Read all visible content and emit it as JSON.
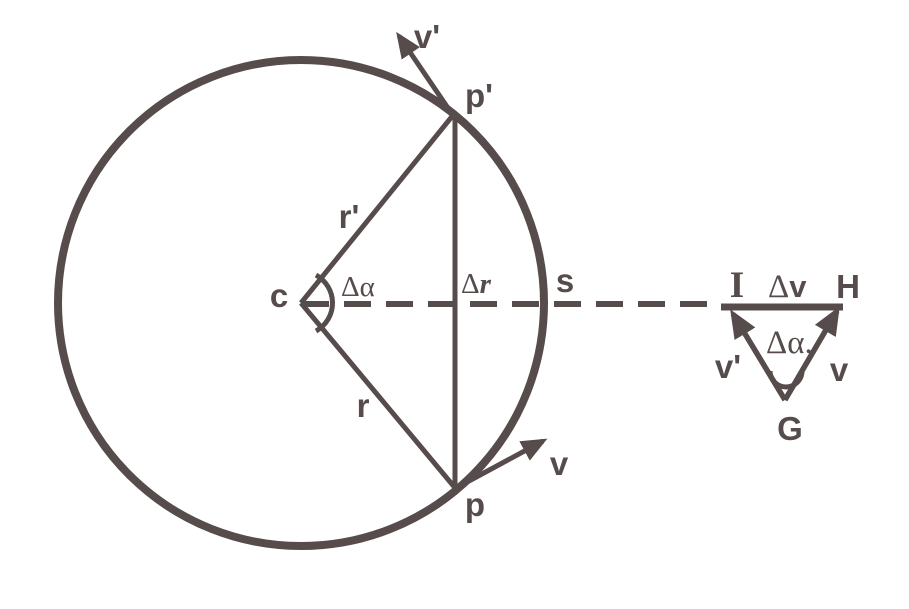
{
  "colors": {
    "ink": "#564c4c",
    "background": "#ffffff"
  },
  "circle_figure": {
    "center_label": "c",
    "radius_label": "r",
    "radius_prime_label": "r'",
    "point_label": "p",
    "point_prime_label": "p'",
    "arc_point_label": "s",
    "velocity_label": "v",
    "velocity_prime_label": "v'",
    "angle_delta": "Δ",
    "angle_letter": "α",
    "chord_delta": "Δ",
    "chord_letter": "r"
  },
  "vector_triangle": {
    "vertex_left_label": "I",
    "vertex_right_label": "H",
    "vertex_bottom_label": "G",
    "delta_v_delta": "Δ",
    "delta_v_letter": "v",
    "angle_delta": "Δ",
    "angle_letter": "α.",
    "velocity_label": "v",
    "velocity_prime_label": "v'"
  }
}
